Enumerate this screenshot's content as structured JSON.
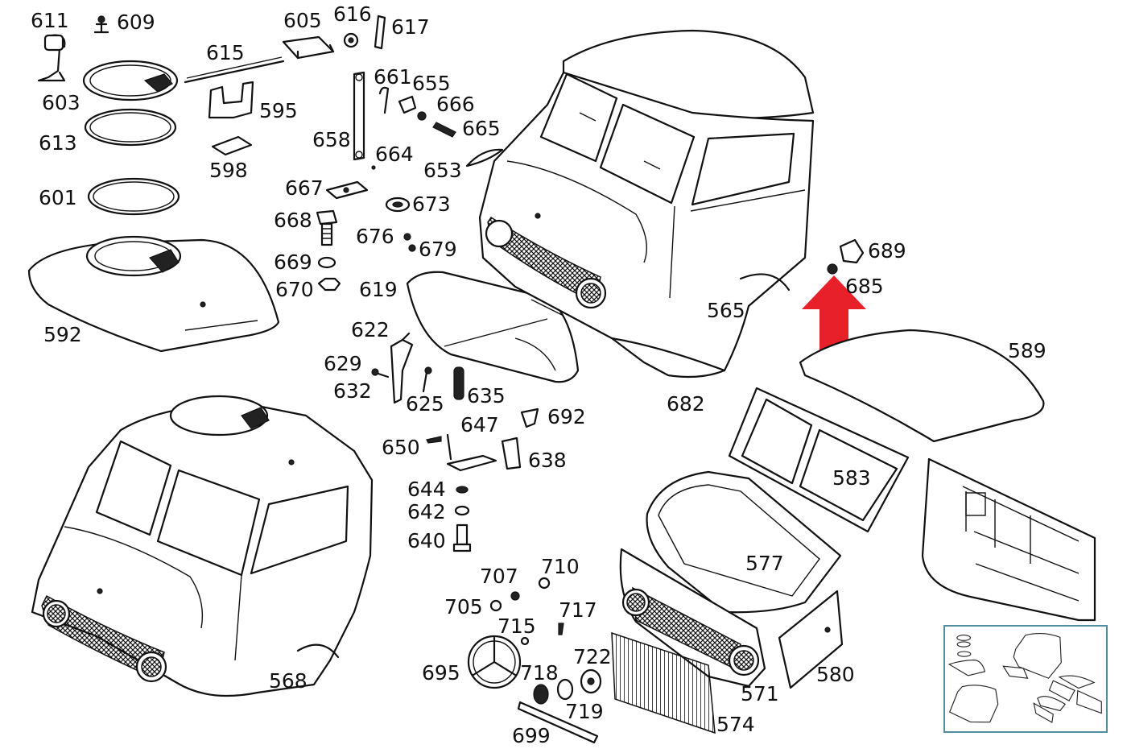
{
  "diagram": {
    "part_labels": {
      "p611": "611",
      "p609": "609",
      "p605": "605",
      "p616": "616",
      "p617": "617",
      "p615": "615",
      "p603": "603",
      "p595": "595",
      "p613": "613",
      "p598": "598",
      "p601": "601",
      "p592": "592",
      "p661": "661",
      "p655": "655",
      "p666": "666",
      "p665": "665",
      "p658": "658",
      "p664": "664",
      "p653": "653",
      "p667": "667",
      "p673": "673",
      "p668": "668",
      "p676": "676",
      "p679": "679",
      "p669": "669",
      "p670": "670",
      "p619": "619",
      "p622": "622",
      "p629": "629",
      "p632": "632",
      "p625": "625",
      "p635": "635",
      "p692": "692",
      "p647": "647",
      "p650": "650",
      "p638": "638",
      "p644": "644",
      "p642": "642",
      "p640": "640",
      "p565": "565",
      "p689": "689",
      "p685": "685",
      "p589": "589",
      "p682": "682",
      "p583": "583",
      "p577": "577",
      "p568": "568",
      "p707": "707",
      "p710": "710",
      "p705": "705",
      "p717": "717",
      "p715": "715",
      "p695": "695",
      "p718": "718",
      "p722": "722",
      "p719": "719",
      "p699": "699",
      "p571": "571",
      "p580": "580",
      "p574": "574"
    },
    "highlight_color": "#e8202a",
    "line_color": "#111111",
    "thumbnail_border_color": "#4f8fa0",
    "icons": {
      "highlight_arrow": "red-up-arrow-icon",
      "thumbnail": "diagram-thumbnail-icon"
    }
  }
}
